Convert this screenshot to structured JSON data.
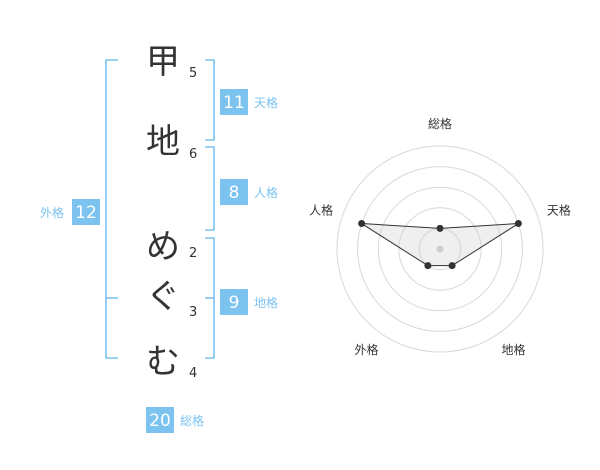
{
  "name": {
    "characters": [
      "甲",
      "地",
      "め",
      "ぐ",
      "む"
    ],
    "strokes": [
      "5",
      "6",
      "2",
      "3",
      "4"
    ]
  },
  "fortunes": {
    "tenkaku": {
      "value": "11",
      "label": "天格"
    },
    "jinkaku": {
      "value": "8",
      "label": "人格"
    },
    "chikaku": {
      "value": "9",
      "label": "地格"
    },
    "gaikaku": {
      "value": "12",
      "label": "外格"
    },
    "soukaku": {
      "value": "20",
      "label": "総格"
    }
  },
  "radar": {
    "axes": [
      "総格",
      "天格",
      "地格",
      "外格",
      "人格"
    ],
    "values": [
      1,
      4,
      1,
      1,
      4
    ],
    "max": 5,
    "colors": {
      "line": "#333333",
      "fill": "#d2d2d2",
      "grid": "#d8d8d8",
      "center": "#cccccc"
    }
  },
  "colors": {
    "accent": "#7cc3f0",
    "text": "#333333"
  }
}
